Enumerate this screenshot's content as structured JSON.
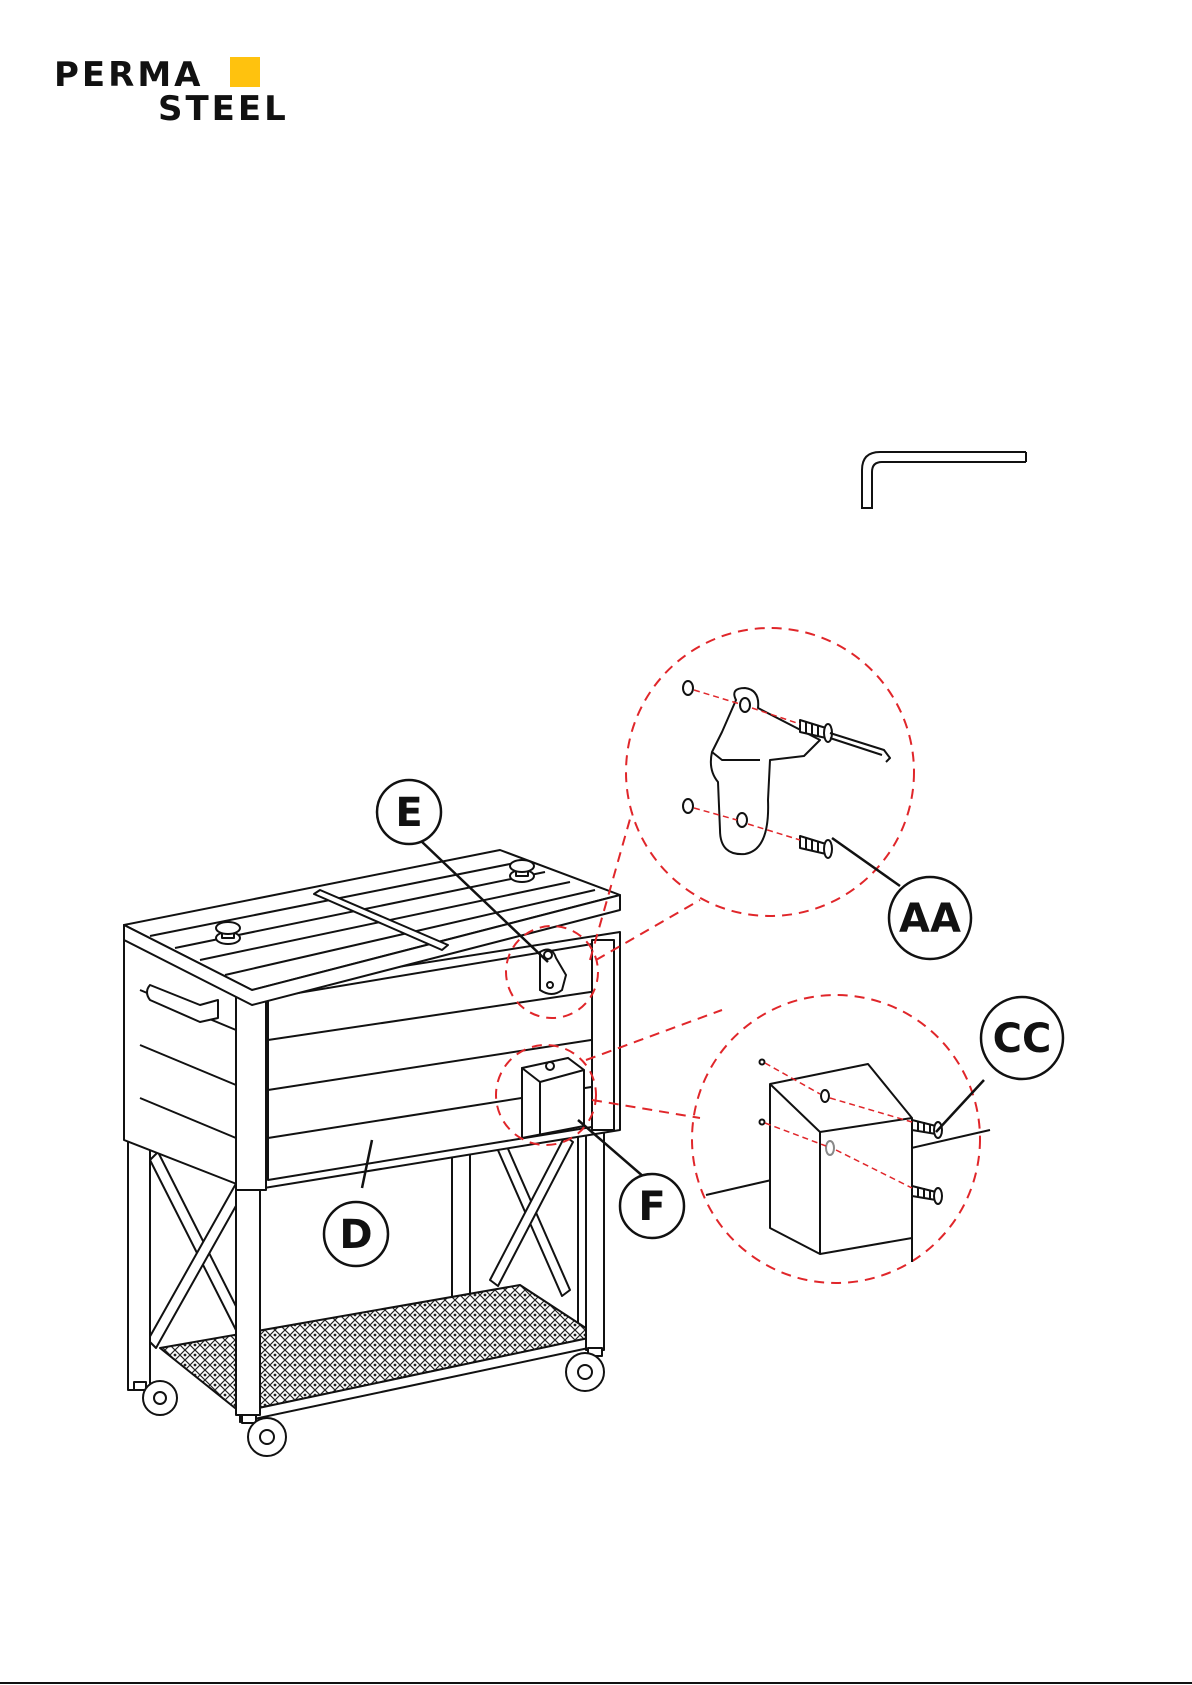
{
  "brand": {
    "line1": "PERMA",
    "line2": "STEEL",
    "accent_color": "#FFC20E",
    "text_color": "#111111"
  },
  "icons": [
    "allen-key-icon",
    "bottle-opener-icon",
    "bottle-cap-catcher-icon",
    "screw-icon"
  ],
  "callouts": {
    "E": "E",
    "D": "D",
    "F": "F",
    "AA": "AA",
    "CC": "CC"
  },
  "colors": {
    "line": "#111111",
    "detail_circle": "#E0262A"
  }
}
